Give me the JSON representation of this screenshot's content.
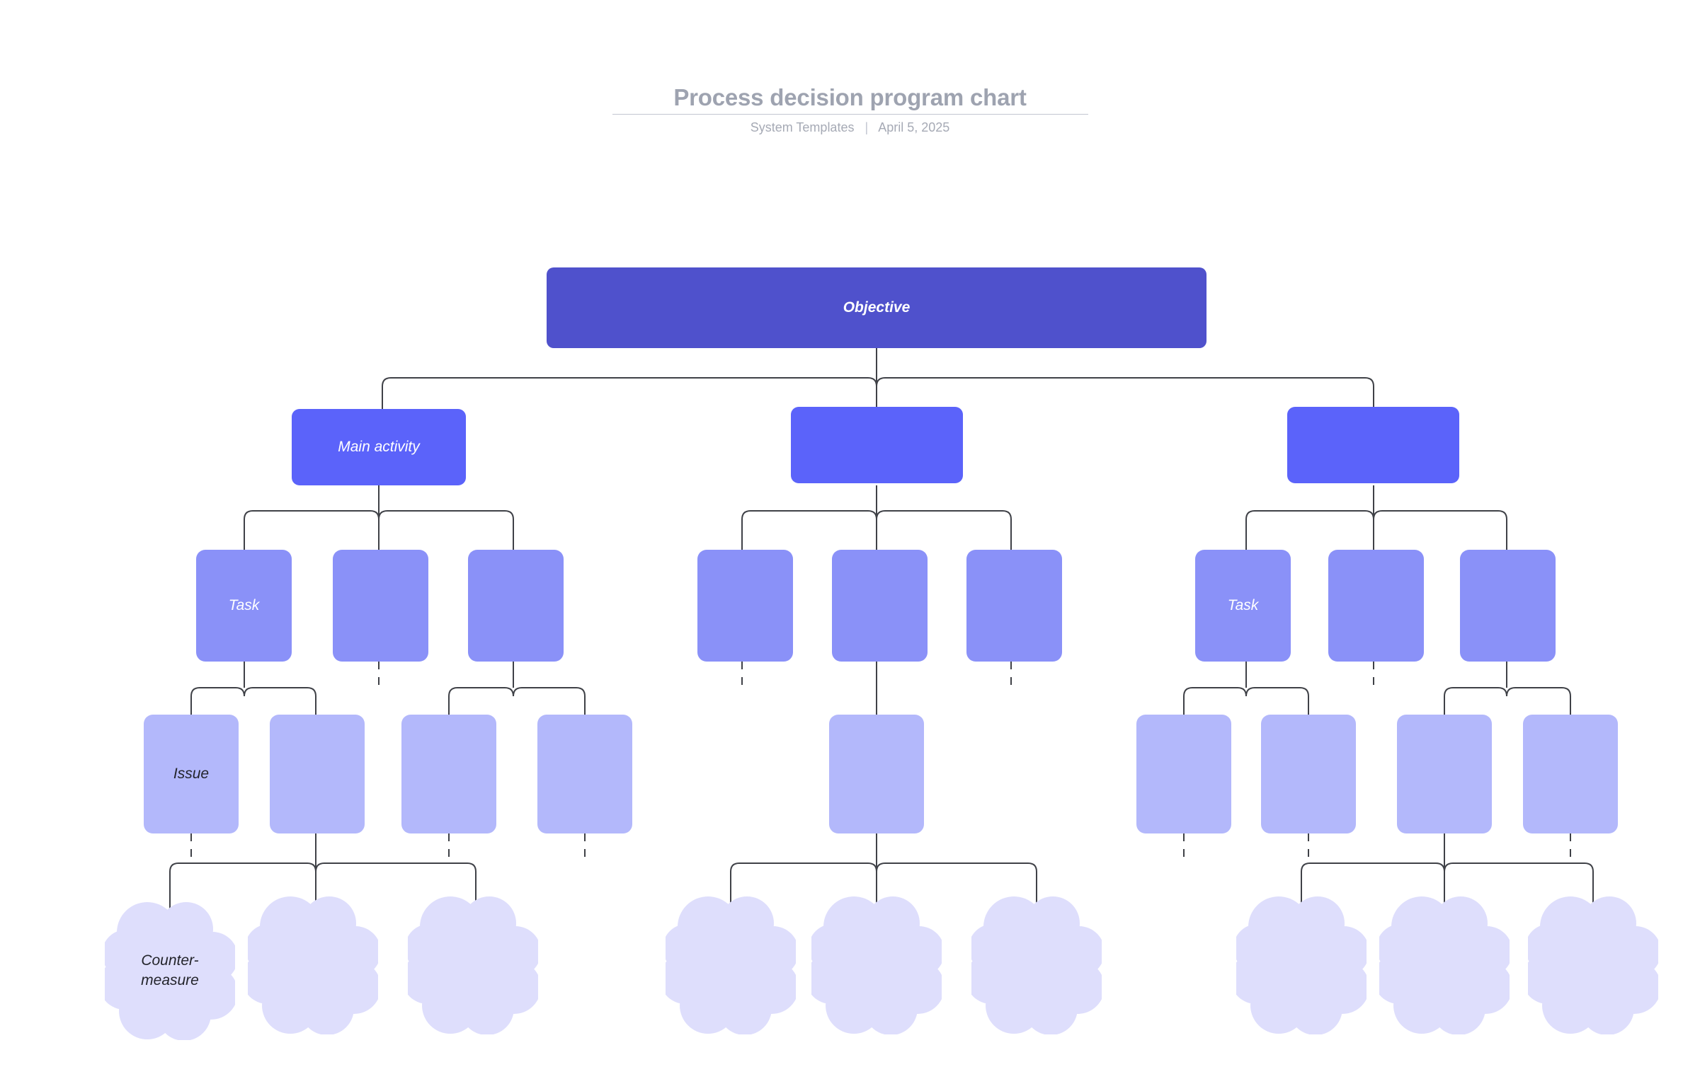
{
  "header": {
    "title": "Process decision program chart",
    "source": "System Templates",
    "separator": "|",
    "date": "April 5, 2025"
  },
  "palette": {
    "objective": "#4F51CC",
    "main_activity": "#5B63FA",
    "task": "#8A91F8",
    "issue": "#B3B8FB",
    "countermeasure": "#DEDEFC",
    "connector": "#3F4147",
    "header_text": "#9EA3B0",
    "background": "#FFFFFF"
  },
  "diagram": {
    "type": "tree",
    "levels": [
      "Objective",
      "Main activity",
      "Task",
      "Issue",
      "Counter-measure"
    ],
    "nodes": {
      "objective": {
        "label": "Objective"
      },
      "main_activities": [
        {
          "label": "Main activity"
        },
        {
          "label": ""
        },
        {
          "label": ""
        }
      ],
      "tasks": [
        {
          "label": "Task"
        },
        {
          "label": ""
        },
        {
          "label": ""
        },
        {
          "label": ""
        },
        {
          "label": ""
        },
        {
          "label": ""
        },
        {
          "label": "Task"
        },
        {
          "label": ""
        },
        {
          "label": ""
        }
      ],
      "issues": [
        {
          "label": "Issue"
        },
        {
          "label": ""
        },
        {
          "label": ""
        },
        {
          "label": ""
        },
        {
          "label": ""
        },
        {
          "label": ""
        },
        {
          "label": ""
        },
        {
          "label": ""
        },
        {
          "label": ""
        }
      ],
      "countermeasures": [
        {
          "label": "Counter-\nmeasure"
        },
        {
          "label": ""
        },
        {
          "label": ""
        },
        {
          "label": ""
        },
        {
          "label": ""
        },
        {
          "label": ""
        },
        {
          "label": ""
        },
        {
          "label": ""
        },
        {
          "label": ""
        }
      ]
    }
  }
}
